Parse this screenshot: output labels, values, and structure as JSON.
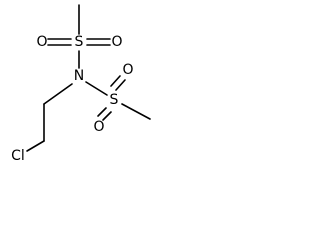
{
  "molecule": {
    "atoms": {
      "sulfur_top": "S",
      "sulfur_right": "S",
      "nitrogen": "N",
      "oxygen_top_left": "O",
      "oxygen_top_right": "O",
      "oxygen_right_top": "O",
      "oxygen_right_bottom": "O",
      "chlorine": "Cl"
    }
  }
}
